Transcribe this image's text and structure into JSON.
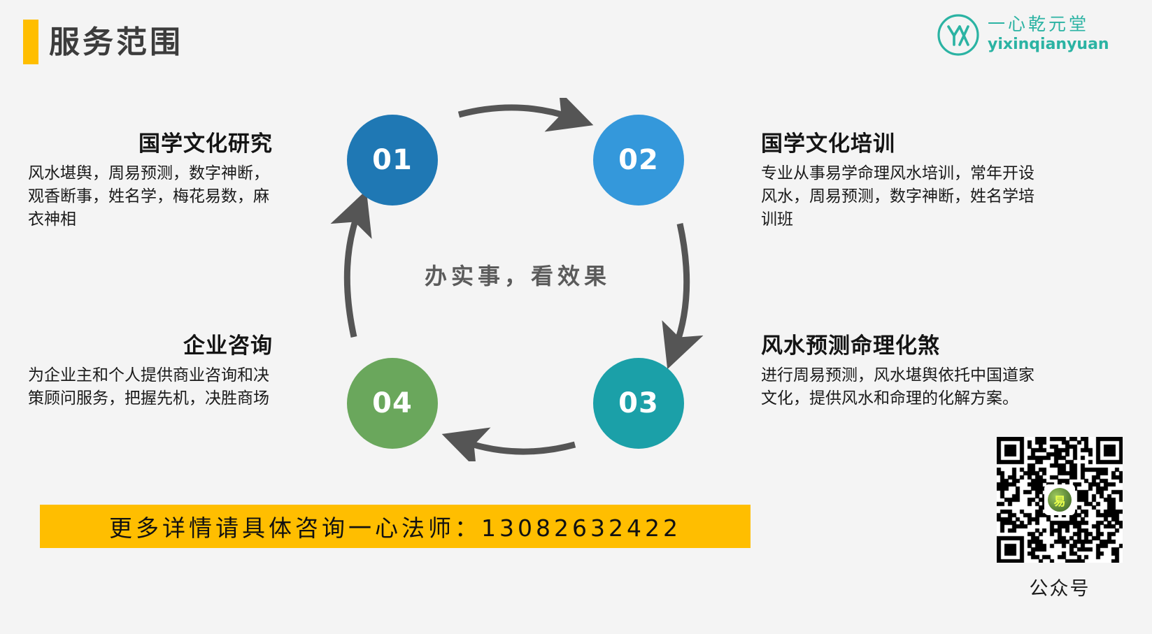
{
  "page": {
    "background": "#f4f4f4",
    "title": "服务范围",
    "accent_color": "#ffbe00"
  },
  "logo": {
    "monogram": "YX",
    "name_cn": "一心乾元堂",
    "name_en": "yixinqianyuan",
    "color": "#2bb3a3"
  },
  "cycle": {
    "center_text": "办实事，看效果",
    "nodes": [
      {
        "number": "01",
        "color": "#1f78b4"
      },
      {
        "number": "02",
        "color": "#3498db"
      },
      {
        "number": "03",
        "color": "#1ba0a8"
      },
      {
        "number": "04",
        "color": "#6aa75c"
      }
    ]
  },
  "services": [
    {
      "number": "01",
      "heading": "国学文化研究",
      "body": "风水堪舆，周易预测，数字神断，观香断事，姓名学，梅花易数，麻衣神相"
    },
    {
      "number": "02",
      "heading": "国学文化培训",
      "body": "专业从事易学命理风水培训，常年开设风水，周易预测，数字神断，姓名学培训班"
    },
    {
      "number": "03",
      "heading": "风水预测命理化煞",
      "body": "进行周易预测，风水堪舆依托中国道家文化，提供风水和命理的化解方案。"
    },
    {
      "number": "04",
      "heading": "企业咨询",
      "body": "为企业主和个人提供商业咨询和决策顾问服务，把握先机，决胜商场"
    }
  ],
  "banner": {
    "text": "更多详情请具体咨询一心法师：13082632422",
    "background": "#ffbe00"
  },
  "qr": {
    "caption": "公众号",
    "center_glyph": "易"
  }
}
